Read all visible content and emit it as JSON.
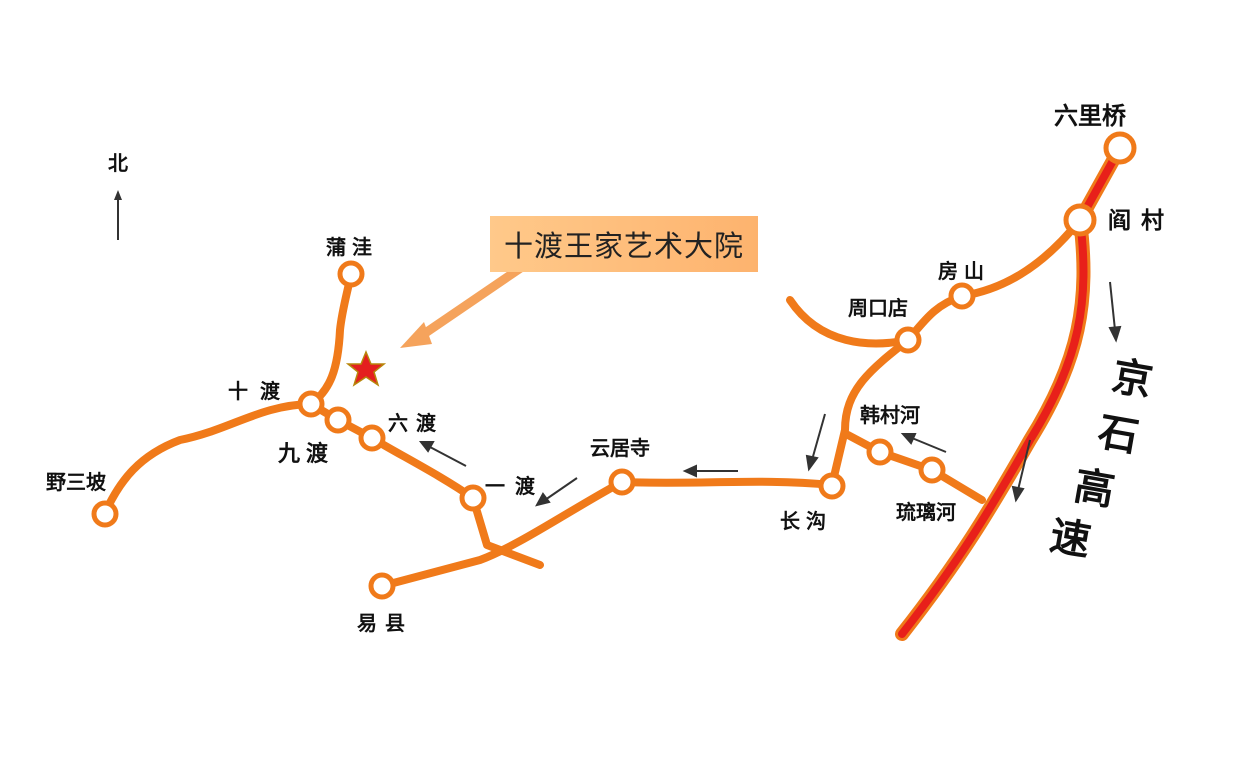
{
  "callout": {
    "text": "十渡王家艺术大院"
  },
  "compass": {
    "label": "北"
  },
  "expressway": {
    "label_chars": [
      "京",
      "石",
      "高",
      "速"
    ]
  },
  "colors": {
    "route": "#f07a1a",
    "expressway": "#e8201a",
    "station_fill": "#ffffff",
    "star": "#e41f1f",
    "arrow": "#f5a35c"
  },
  "stations": {
    "liuliqiao": "六里桥",
    "yancun": "阎村",
    "fangshan": "房山",
    "zhoukoudian": "周口店",
    "hancunhe": "韩村河",
    "liulihe": "琉璃河",
    "changgou": "长沟",
    "yunjusi": "云居寺",
    "yidu": "一渡",
    "yixian": "易县",
    "liudu": "六渡",
    "jiudu": "九渡",
    "shidu": "十渡",
    "puwa": "蒲洼",
    "yesanpo": "野三坡"
  }
}
